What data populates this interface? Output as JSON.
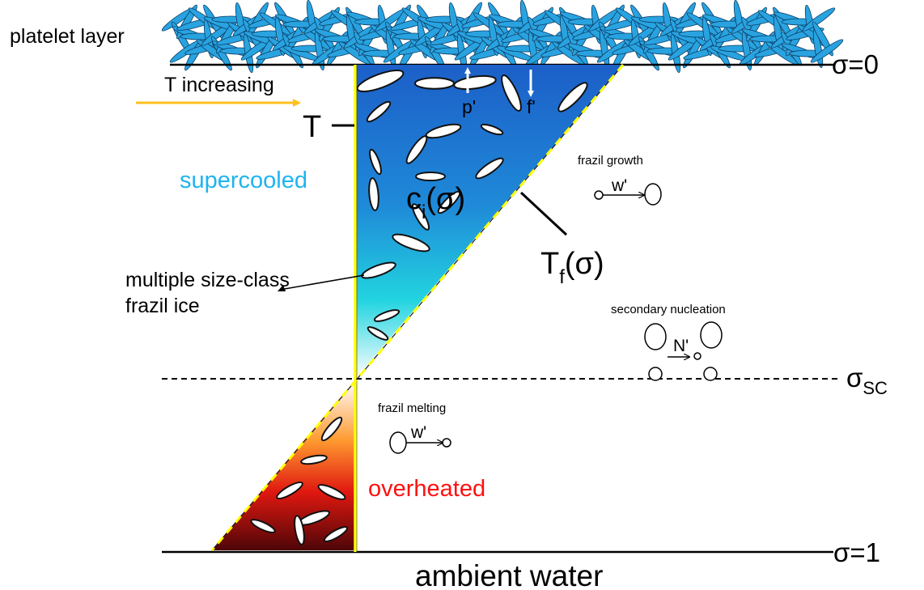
{
  "labels": {
    "platelet_layer": "platelet layer",
    "sigma_zero": "σ=0",
    "t_increasing": "T increasing",
    "t_symbol": "T",
    "p_prime": "p'",
    "f_prime": "f'",
    "supercooled": "supercooled",
    "ci_c": "c",
    "ci_sub": "i",
    "ci_arg": "(σ)",
    "tf_t": "T",
    "tf_sub": "f",
    "tf_arg": "(σ)",
    "frazil_growth": "frazil growth",
    "w_prime": "w'",
    "multiple_line1": "multiple size-class",
    "multiple_line2": "frazil ice",
    "secondary_nucleation": "secondary nucleation",
    "n_prime": "N'",
    "sigma_sc_main": "σ",
    "sigma_sc_sub": "SC",
    "frazil_melting": "frazil melting",
    "overheated": "overheated",
    "sigma_one": "σ=1",
    "ambient_water": "ambient water"
  },
  "colors": {
    "platelet": "#29a3e0",
    "platelet_outline": "#0a3d66",
    "arrow_orange": "#ffc020",
    "supercooled_text": "#1eb4f0",
    "overheated_text": "#ff1010",
    "boundary_yellow": "#ffff00",
    "blue_top": "#1c5fc8",
    "cyan_mid": "#22d4e0",
    "dark_red": "#5a0a10",
    "orange": "#ff7a10"
  }
}
